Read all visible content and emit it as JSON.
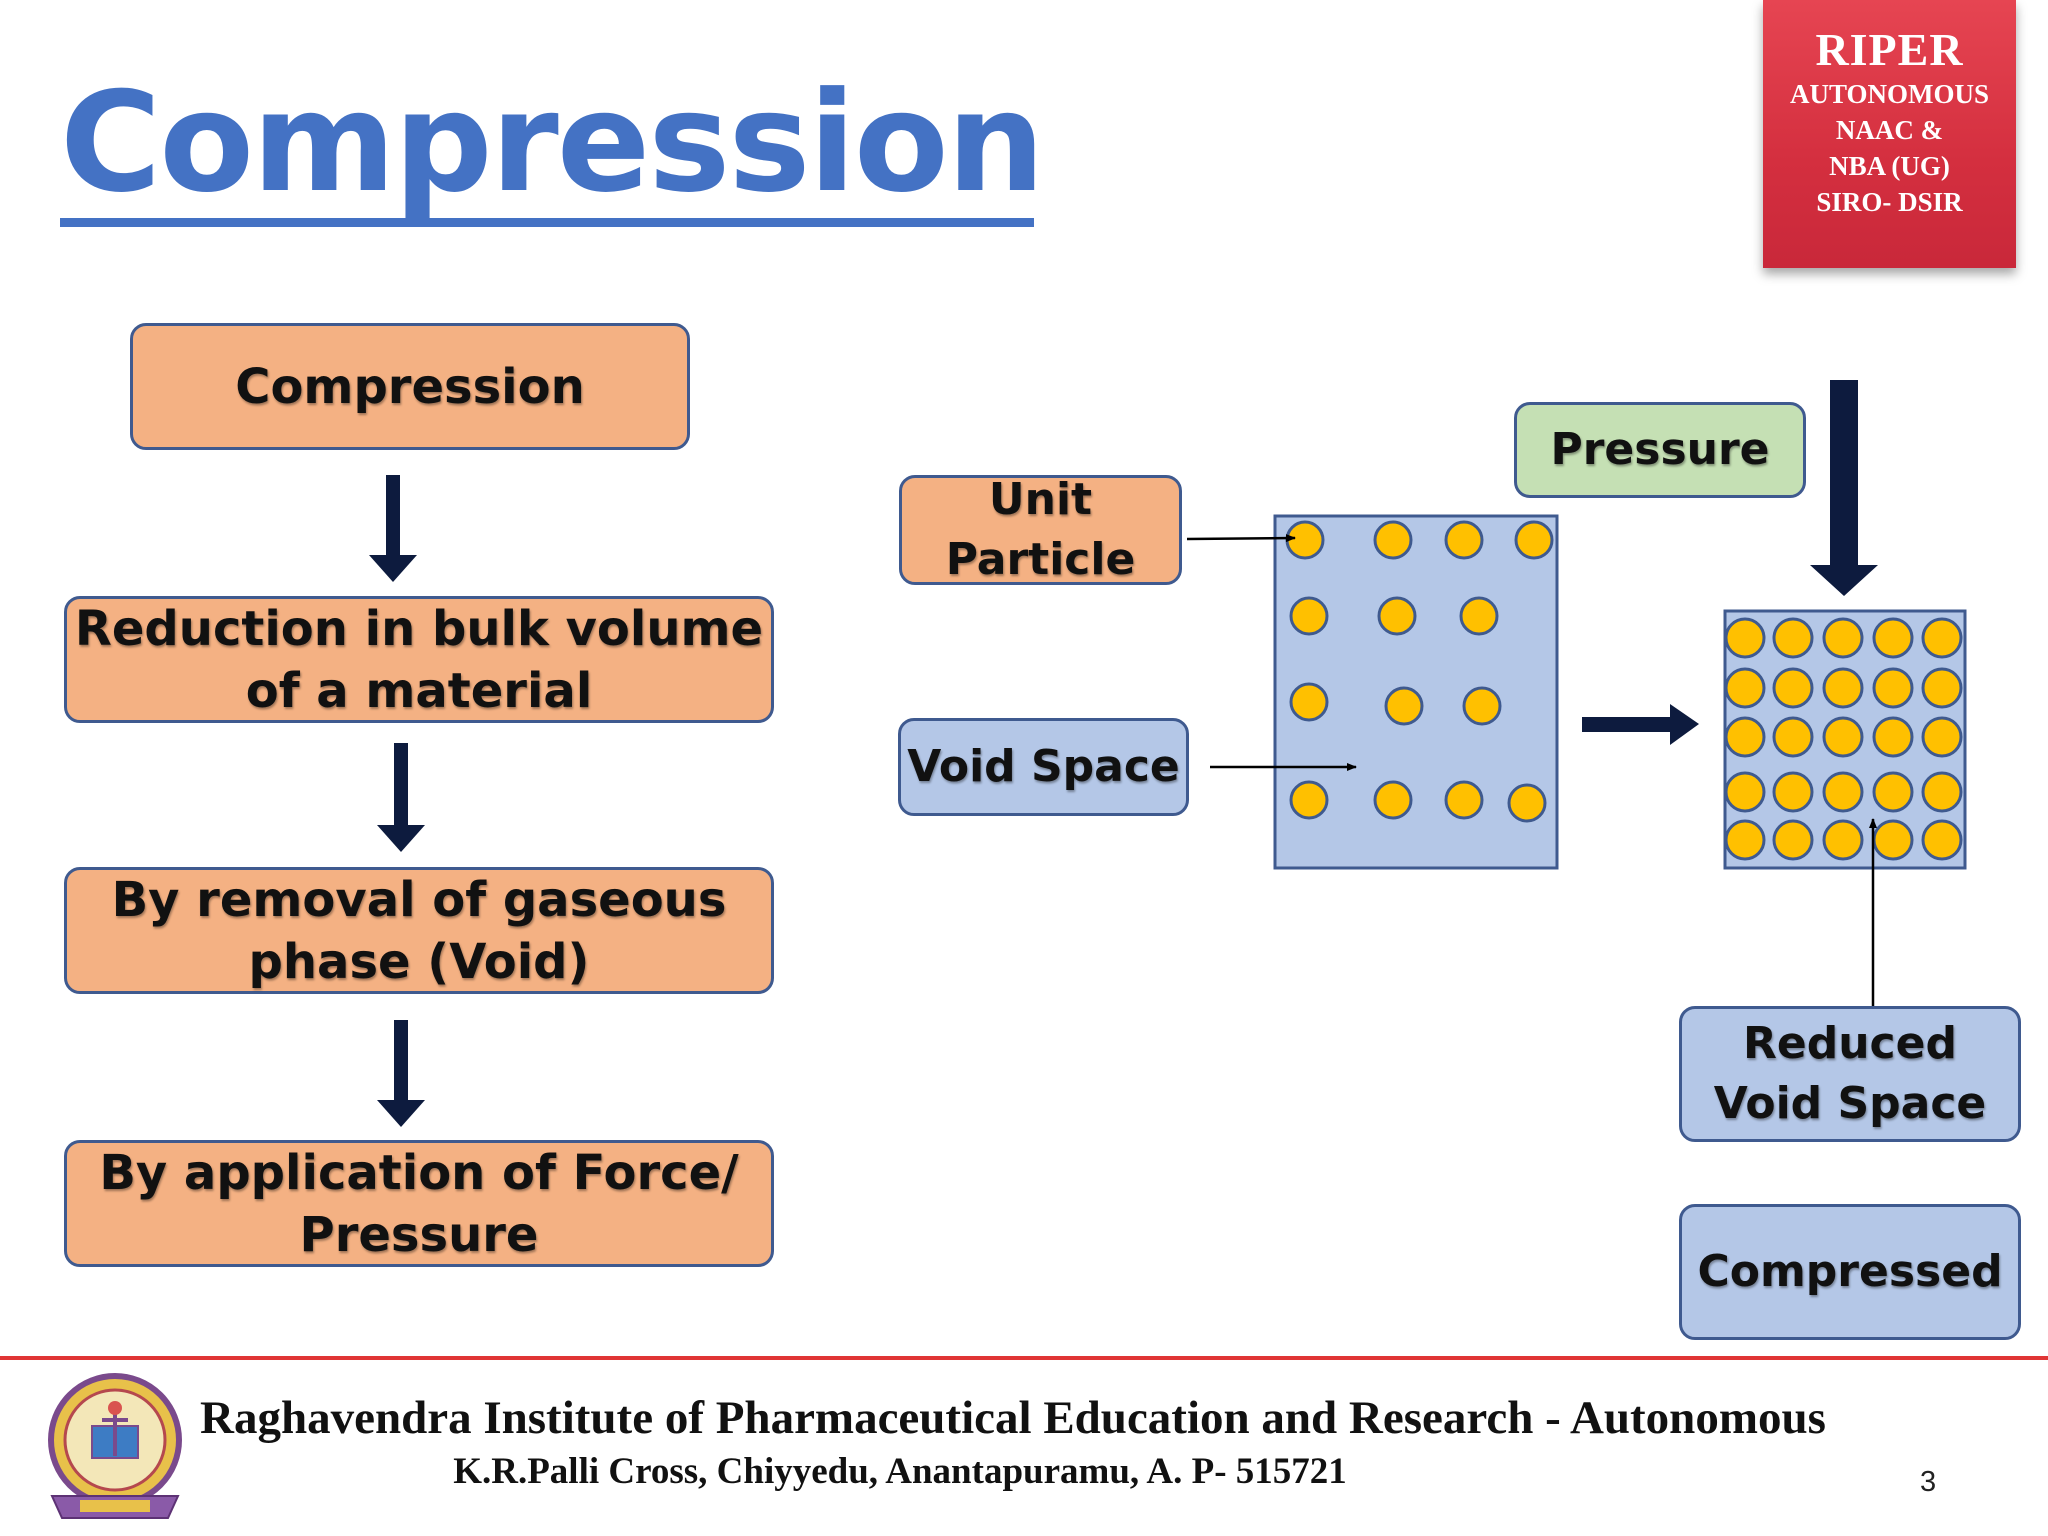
{
  "title": "Compression",
  "badge": {
    "name": "RIPER",
    "lines": [
      "AUTONOMOUS",
      "NAAC &",
      "NBA (UG)",
      "SIRO- DSIR"
    ]
  },
  "flow": {
    "box1": "Compression",
    "box2_line1": "Reduction in bulk volume",
    "box2_line2": "of a material",
    "box3_line1": "By removal of gaseous",
    "box3_line2": "phase (Void)",
    "box4_line1": "By application of Force/",
    "box4_line2": "Pressure"
  },
  "diagram": {
    "unit_particle_line1": "Unit",
    "unit_particle_line2": "Particle",
    "void_space": "Void Space",
    "pressure": "Pressure",
    "reduced_void_line1": "Reduced",
    "reduced_void_line2": "Void Space",
    "compressed": "Compressed"
  },
  "colors": {
    "title_blue": "#4472c4",
    "box_orange": "#f4b183",
    "box_blue": "#b4c7e7",
    "box_green": "#c5e0b4",
    "particle": "#ffc000",
    "badge_red": "#d42f3f",
    "footer_rule": "#e03535"
  },
  "footer": {
    "institute": "Raghavendra Institute of Pharmaceutical Education and Research - Autonomous",
    "address": "K.R.Palli Cross, Chiyyedu, Anantapuramu, A. P- 515721",
    "page_number": "3"
  }
}
